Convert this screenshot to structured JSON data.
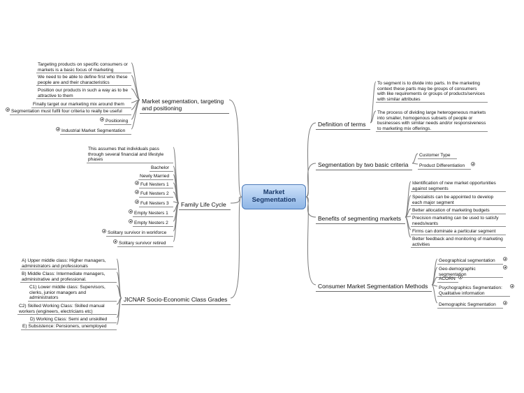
{
  "root": "Market Segmentation",
  "branches": {
    "definition": {
      "label": "Definition of terms",
      "items": [
        "To segment is to divide into parts. In the marketing context these parts may be groups of consumers with like requirements or groups of products/services with similar attributes",
        "The process of dividing large heterogeneous markets into smaller, homogenous subsets of people or businesses with similar needs and/or responsiveness to marketing mix offerings."
      ]
    },
    "two_criteria": {
      "label": "Segmentation by two basic criteria",
      "items": [
        "Customer Type",
        "Product Differentiation"
      ]
    },
    "benefits": {
      "label": "Benefits of segmenting markets",
      "items": [
        "Identification of new market opportunities against segments",
        "Specialists can be appointed to develop each major segment",
        "Better allocation of marketing budgets",
        "Precision marketing can be used to satisfy needs/wants",
        "Firms can dominate a particular segment",
        "Better feedback and monitoring of marketing activities"
      ]
    },
    "consumer_methods": {
      "label": "Consumer Market Segmentation Methods",
      "items": [
        "Geographical segmentation",
        "Geo-demographic segmentation",
        "ACORN",
        "Psychographics Segmentation: Qualitative information",
        "Demographic Segmentation"
      ]
    },
    "targeting": {
      "label": "Market segmentation, targeting and positioning",
      "items": [
        "Targeting products on specific consumers or markets is a basic focus of marketing",
        "We need to be able to define first who these people are and their characteristics",
        "Position our products in such a way as to be attractive to them",
        "Finally target our marketing mix around them",
        "Segmentation must fulfil four criteria to really be useful",
        "Positioning",
        "Industrial Market Segmentation"
      ]
    },
    "family": {
      "label": "Family Life Cycle",
      "items": [
        "This assumes that individuals pass through several financial and lifestyle phases",
        "Bachelor",
        "Newly Married",
        "Full Nesters 1",
        "Full Nesters 2",
        "Full Nesters 3",
        "Empty Nesters 1",
        "Empty Nesters 2",
        "Solitary survivor in workforce",
        "Solitary survivor retired"
      ]
    },
    "jicnar": {
      "label": "JICNAR Socio-Economic Class Grades",
      "items": [
        "A) Upper middle class: Higher managers, administrators and professionals",
        "B) Middle Class: Intermediate managers, administrative and professional.",
        "C1) Lower middle class: Supervisors, clerks, junior managers and administrators",
        "C2) Skilled Working Class: Skilled manual workers (engineers, electricians etc)",
        "D) Working Class: Semi and unskilled",
        "E) Subsistence: Pensioners, unemployed"
      ]
    }
  }
}
